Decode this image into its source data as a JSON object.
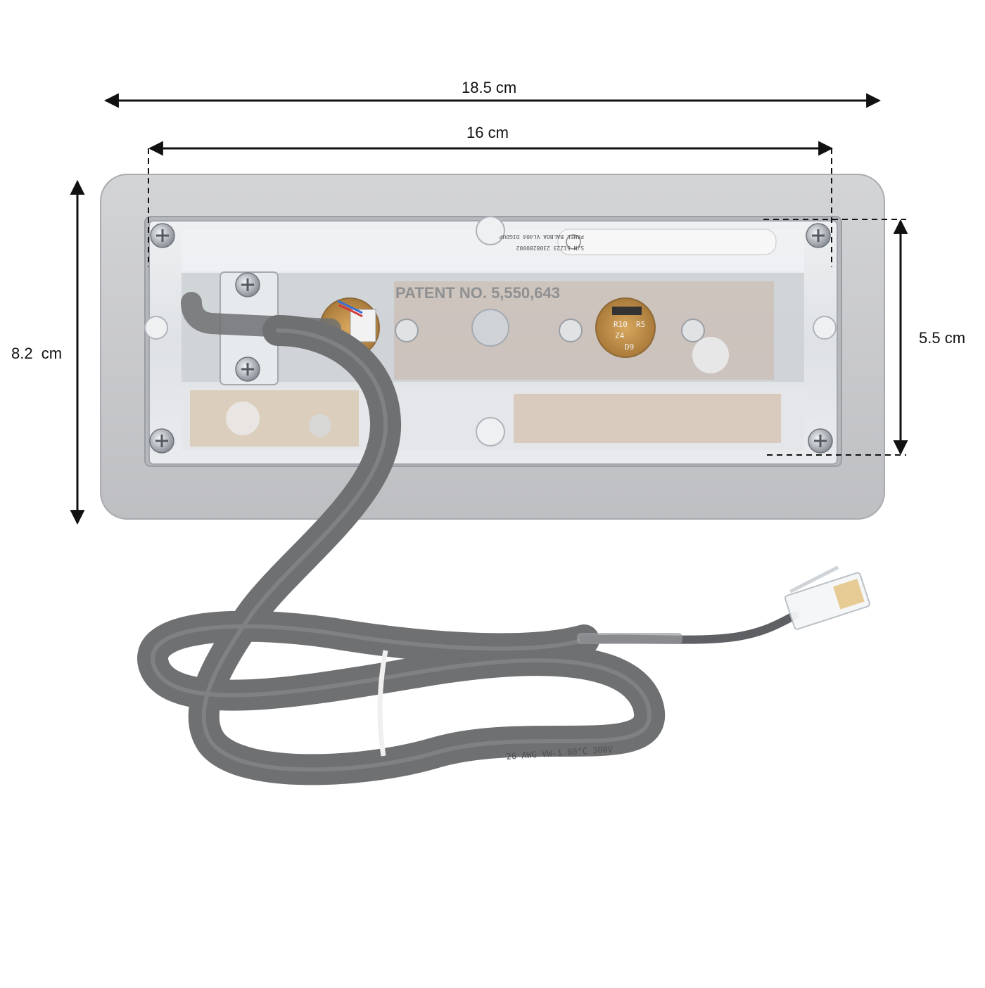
{
  "dimensions": {
    "width_outer": "18.5 cm",
    "width_inner": "16 cm",
    "height_outer": "8.2  cm",
    "height_inner": "5.5 cm"
  },
  "panel": {
    "label_line1": "PANEL BALBOA VL404 DIGDUP",
    "label_line2": "S/N 51223 2308280002",
    "patent_text": "PATENT NO. 5,550,643",
    "pcb_labels": [
      "R10",
      "R5",
      "Z4",
      "D9"
    ]
  },
  "cable": {
    "print_text": "26 AWG VW-1 80°C 300V"
  },
  "colors": {
    "bezel": "#c9cacc",
    "cable": "#6e7072",
    "arrow": "#111111"
  }
}
